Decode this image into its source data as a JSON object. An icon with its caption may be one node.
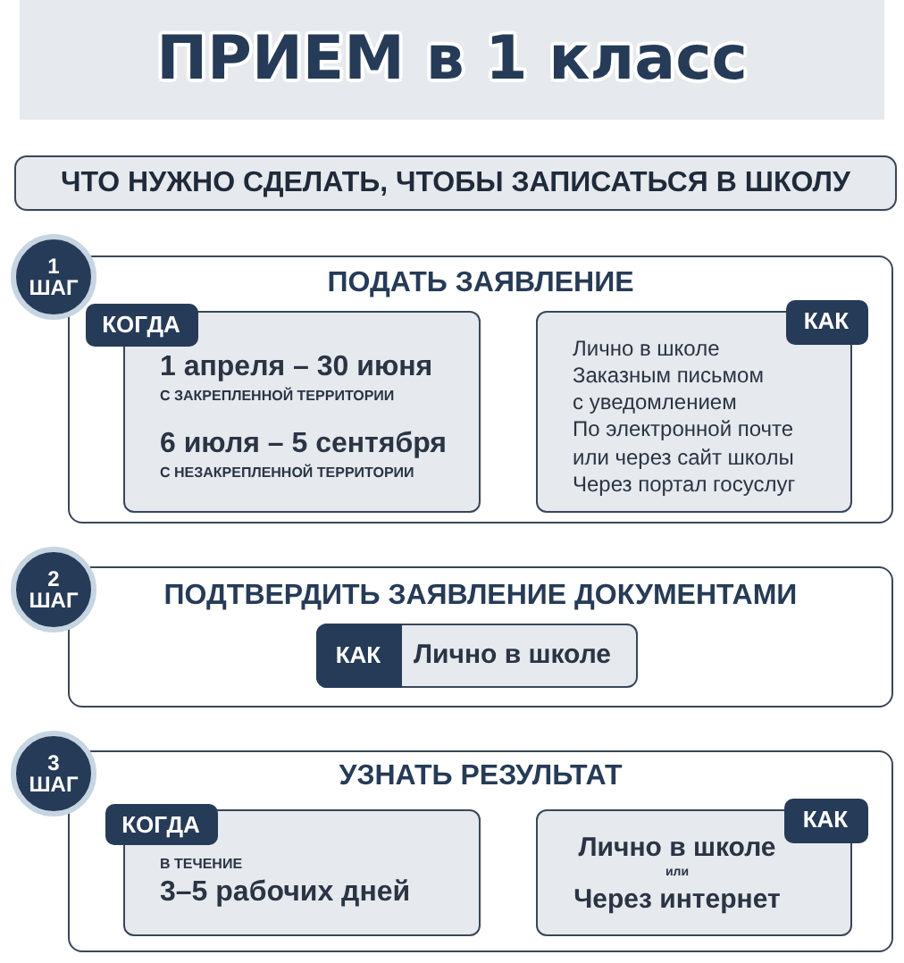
{
  "diagram": {
    "title": "ПРИЕМ в 1 класс",
    "nodes": [
      {
        "text": [
          "ЧТО НУЖНО СДЕЛАТЬ, ЧТОБЫ ЗАПИСАТЬСЯ В ШКОЛУ"
        ]
      },
      {
        "text": [
          "1 ШАГ"
        ]
      },
      {
        "text": [
          "ПОДАТЬ ЗАЯВЛЕНИЕ"
        ]
      },
      {
        "text": [
          "КОГДА"
        ],
        "in": 2
      },
      {
        "text": [
          "1 апреля – 30 июня",
          "С ЗАКРЕПЛЕННОЙ ТЕРРИТОРИИ",
          "6 июля – 5 сентября",
          "С НЕЗАКРЕПЛЕННОЙ ТЕРРИТОРИИ"
        ],
        "in": 2
      },
      {
        "text": [
          "КАК"
        ],
        "in": 2
      },
      {
        "text": [
          "Лично в школе",
          "Заказным письмом с уведомлением",
          "По электронной почте или через сайт школы",
          "Через портал госуслуг"
        ],
        "in": 2
      },
      {
        "text": [
          "2 ШАГ"
        ]
      },
      {
        "text": [
          "ПОДТВЕРДИТЬ ЗАЯВЛЕНИЕ ДОКУМЕНТАМИ"
        ]
      },
      {
        "text": [
          "Лично в школе"
        ],
        "in": 8
      },
      {
        "text": [
          "КАК"
        ],
        "in": 9
      },
      {
        "text": [
          "3 ШАГ"
        ]
      },
      {
        "text": [
          "УЗНАТЬ РЕЗУЛЬТАТ"
        ]
      },
      {
        "text": [
          "КОГДА"
        ],
        "in": 12
      },
      {
        "text": [
          "В ТЕЧЕНИЕ",
          "3–5 рабочих дней"
        ],
        "in": 12
      },
      {
        "text": [
          "КАК"
        ],
        "in": 12
      },
      {
        "text": [
          "Лично в школе",
          "или",
          "Через интернет"
        ],
        "in": 12
      }
    ]
  }
}
